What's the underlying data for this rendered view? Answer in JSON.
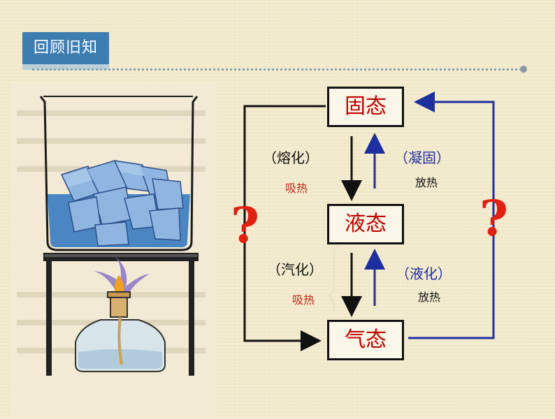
{
  "header": {
    "title": "回顾旧知"
  },
  "states": {
    "solid": "固态",
    "liquid": "液态",
    "gas": "气态"
  },
  "processes": {
    "melting": "（熔化）",
    "solidifying": "（凝固）",
    "vaporizing": "（汽化）",
    "liquefying": "（液化）"
  },
  "notes": {
    "melting_heat": "吸热",
    "solidifying_heat": "放热",
    "vaporizing_heat": "吸热",
    "liquefying_heat": "放热"
  },
  "question_marks": {
    "left": "?",
    "right": "?"
  },
  "colors": {
    "header": "#3e7db0",
    "state_text": "#c00000",
    "heat_absorb": "#c0281a",
    "blue_arrow": "#1e2fa0",
    "question": "#e02010"
  }
}
